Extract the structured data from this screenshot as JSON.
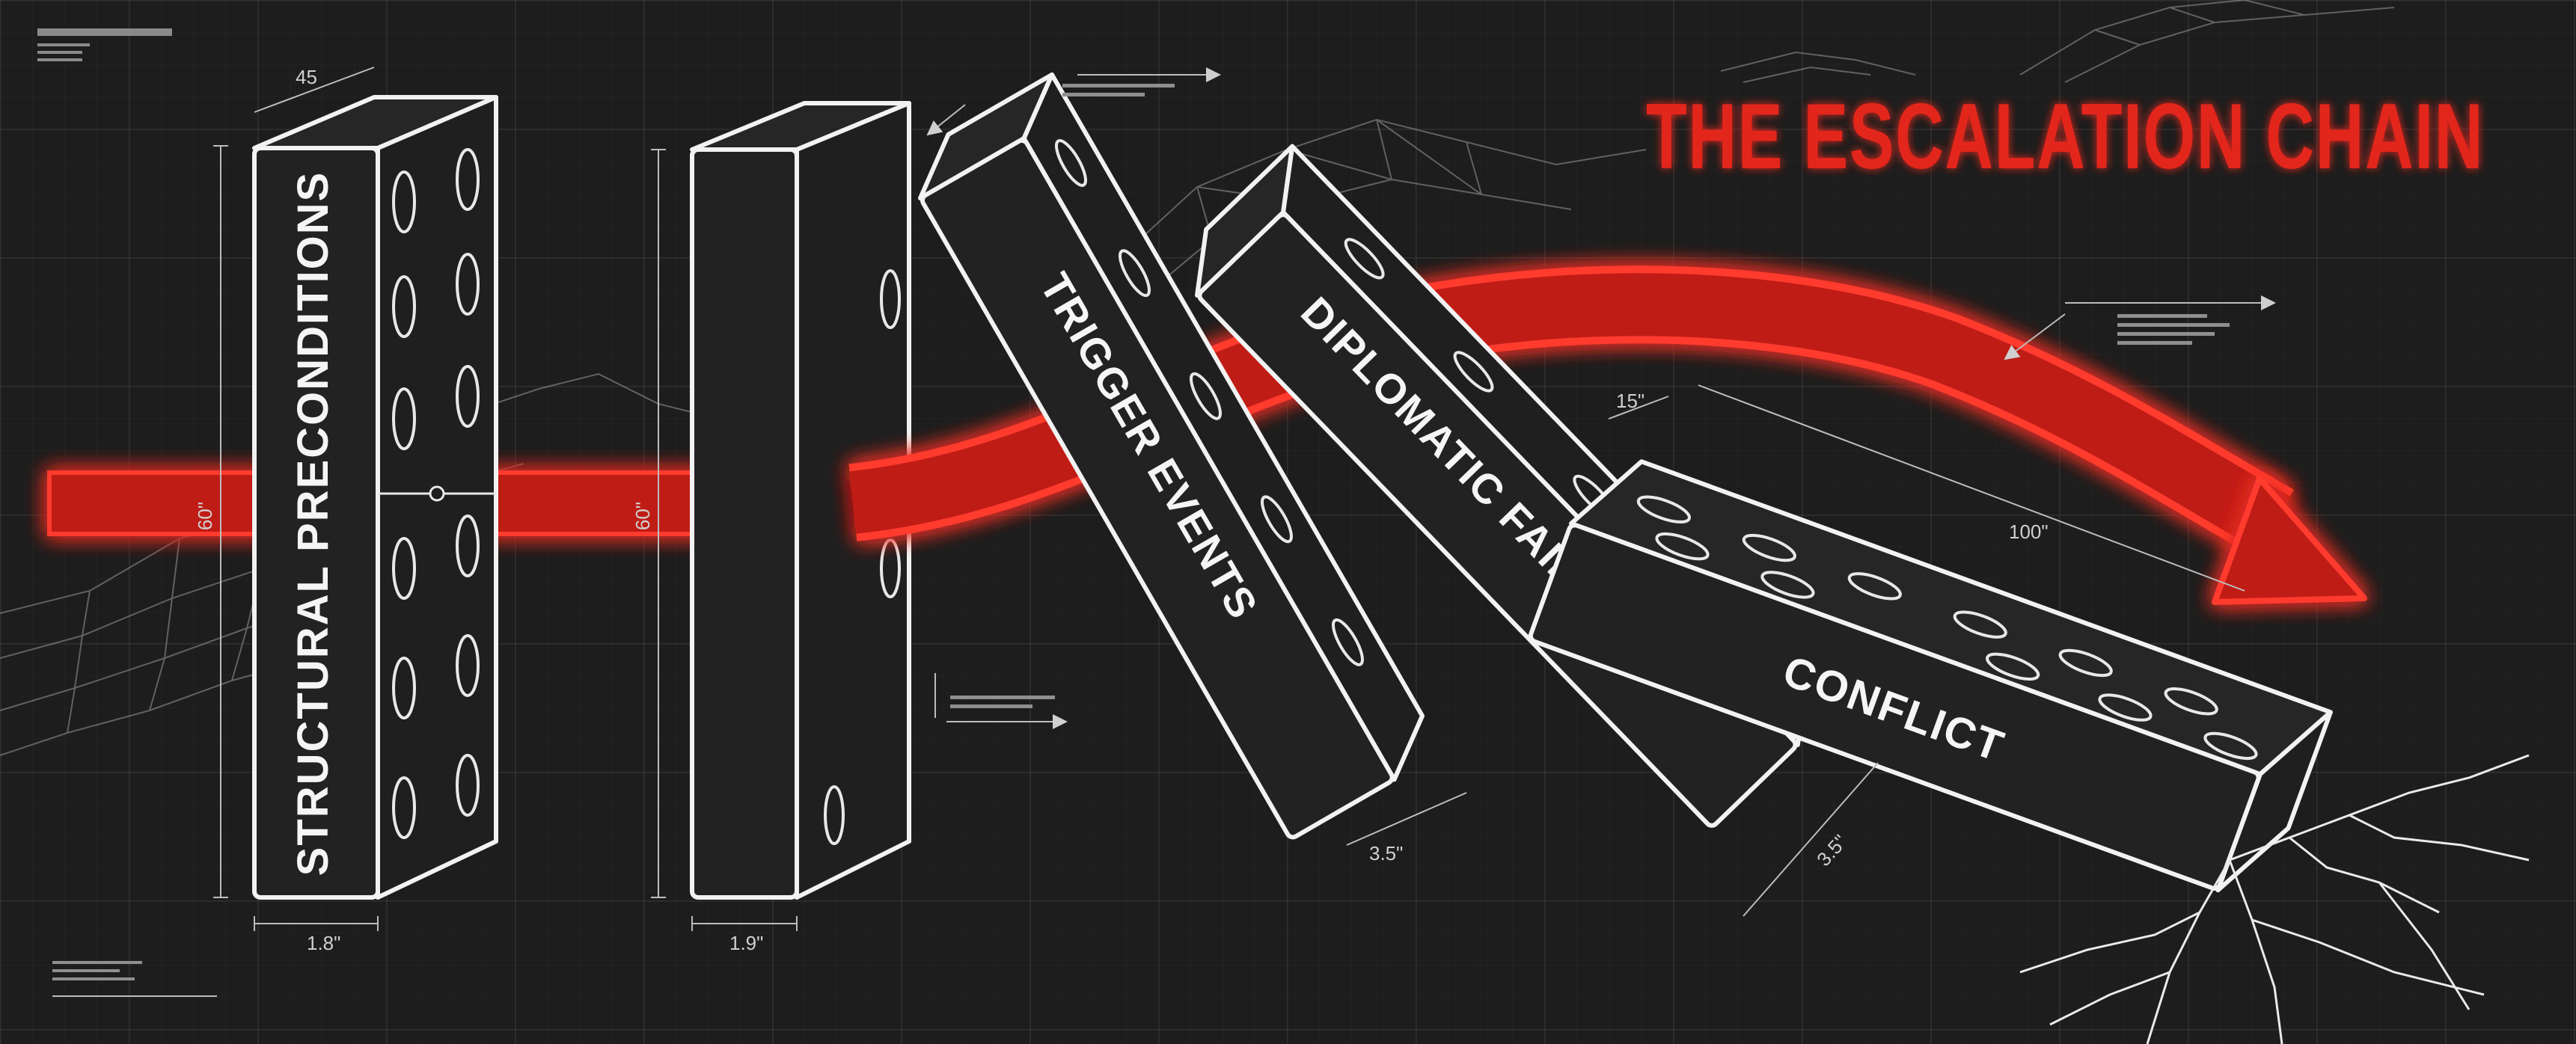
{
  "title": "THE ESCALATION CHAIN",
  "dominoes": [
    {
      "label": "STRUCTURAL PRECONDITIONS"
    },
    {
      "label": ""
    },
    {
      "label": "TRIGGER EVENTS"
    },
    {
      "label": "DIPLOMATIC FAILURE"
    },
    {
      "label": "CONFLICT"
    }
  ],
  "dimensions": {
    "d1_top": "45",
    "d1_height": "60\"",
    "d1_width": "1.8\"",
    "d2_height": "60\"",
    "d2_width": "1.9\"",
    "d3_width": "3.5\"",
    "d4_top": "15\"",
    "d5_length": "100\"",
    "d5_width": "3.5\""
  },
  "colors": {
    "background": "#1d1d1d",
    "accent": "#e3261c",
    "outline": "#f2f2f2",
    "domino_fill": "#202020"
  }
}
